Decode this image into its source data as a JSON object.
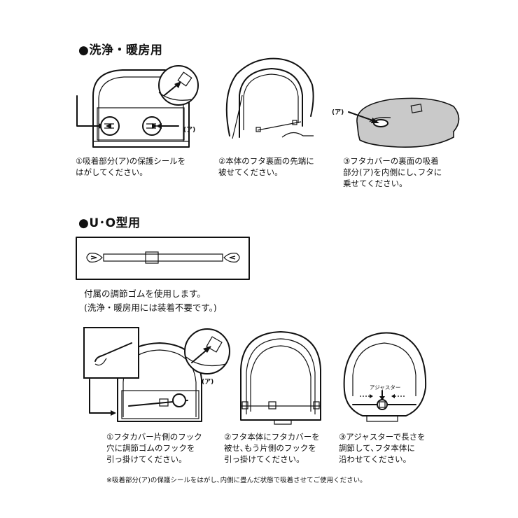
{
  "section1": {
    "heading": "●洗浄・暖房用",
    "label_a": "(ア)",
    "steps": [
      {
        "caption": "①吸着部分(ア)の保護シールを\nはがしてください。"
      },
      {
        "caption": "②本体のフタ裏面の先端に\n被せてください。"
      },
      {
        "caption": "③フタカバーの裏面の吸着\n部分(ア)を内側にし､フタに\n乗せてください。"
      }
    ]
  },
  "section2": {
    "heading": "●U･O型用",
    "band_caption": "付属の調節ゴムを使用します。\n(洗浄・暖房用には装着不要です。)",
    "label_a": "(ア)",
    "adjuster_label": "アジャスター",
    "steps": [
      {
        "caption": "①フタカバー片側のフック\n穴に調節ゴムのフックを\n引っ掛けてください。"
      },
      {
        "caption": "②フタ本体にフタカバーを\n被せ､もう片側のフックを\n引っ掛けてください。"
      },
      {
        "caption": "③アジャスターで長さを\n調節して､フタ本体に\n沿わせてください。"
      }
    ]
  },
  "footnote": "※吸着部分(ア)の保護シールをはがし､内側に畳んだ状態で吸着させてご使用ください。"
}
